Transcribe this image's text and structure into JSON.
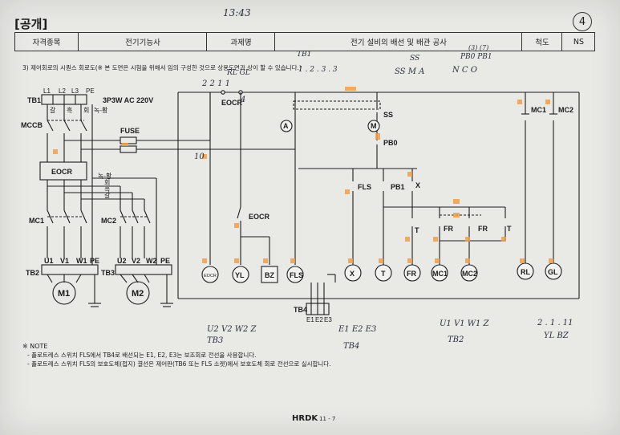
{
  "header": {
    "tag": "[공개]",
    "page_number": "4",
    "cells": [
      "자격종목",
      "전기기능사",
      "과제명",
      "전기 설비의 배선 및 배관 공사",
      "척도",
      "NS"
    ]
  },
  "subtitle": "3) 제어회로의 시퀀스 회로도(※ 본 도면은 시험을 위해서 임의 구성한 것으로 상용도면과 상이 할 수 있습니다.)",
  "power": {
    "tb1": "TB1",
    "phases": [
      "L1",
      "L2",
      "L3",
      "PE"
    ],
    "colors": [
      "갈",
      "흑",
      "회",
      "녹-황"
    ],
    "supply": "3P3W AC 220V",
    "mccb": "MCCB",
    "fuse": "FUSE",
    "eocr": "EOCR",
    "mc1": "MC1",
    "mc2": "MC2",
    "tb2": "TB2",
    "tb3": "TB3",
    "tb2_terms": [
      "U1",
      "V1",
      "W1",
      "PE"
    ],
    "tb3_terms": [
      "U2",
      "V2",
      "W2",
      "PE"
    ],
    "motor1": "M1",
    "motor2": "M2",
    "wire_labels": [
      "녹-황",
      "회",
      "흑",
      "갈"
    ]
  },
  "control": {
    "eocr_contact": "EOCR",
    "ss": "SS",
    "a_mark": "A",
    "m_mark": "M",
    "pb0": "PB0",
    "fls": "FLS",
    "pb1": "PB1",
    "x": "X",
    "t": "T",
    "fr": "FR",
    "mc1": "MC1",
    "mc2": "MC2",
    "eocr_relay": "EOCR",
    "lamps": [
      "EOCR",
      "YL",
      "BZ",
      "FLS",
      "X",
      "T",
      "FR",
      "MC1",
      "MC2",
      "RL",
      "GL"
    ],
    "tb4": "TB4",
    "tb4_terms": [
      "E1",
      "E2",
      "E3"
    ]
  },
  "notes": {
    "title": "※ NOTE",
    "lines": [
      "- 플로트레스 스위치 FLS에서 TB4로 배선되는 E1, E2, E3는 보조회로 전선을 사용합니다.",
      "- 플로트레스 스위치 FLS의 보호도체(접지) 결선은 제어판(TB6 또는 FLS 소켓)에서 보호도체 회로 전선으로 실시합니다."
    ]
  },
  "footer": {
    "brand": "HRDK",
    "page": "11 - 7"
  },
  "handwriting": {
    "top_number": "13:43",
    "tb1_note": "TB1",
    "rl_gl": "RL GL",
    "nums_123": "1 . 2 . 3 . 3",
    "ss_note": "SS",
    "ssma": "SS M A",
    "nco": "N C O",
    "pb0pb1": "PB0 PB1",
    "pb_marks": "(3) (7)",
    "u2v2w2": "U2 V2 W2 Z",
    "tb3_note": "TB3",
    "e123": "E1 E2 E3",
    "tb4_note": "TB4",
    "u1v1w1": "U1 V1 W1 Z",
    "tb2_note": "TB2",
    "yl_bz_nums": "2 . 1 . 11",
    "yl_bz": "YL BZ",
    "n2211": "2 2 1 1",
    "n4": "4",
    "n10": "10"
  }
}
